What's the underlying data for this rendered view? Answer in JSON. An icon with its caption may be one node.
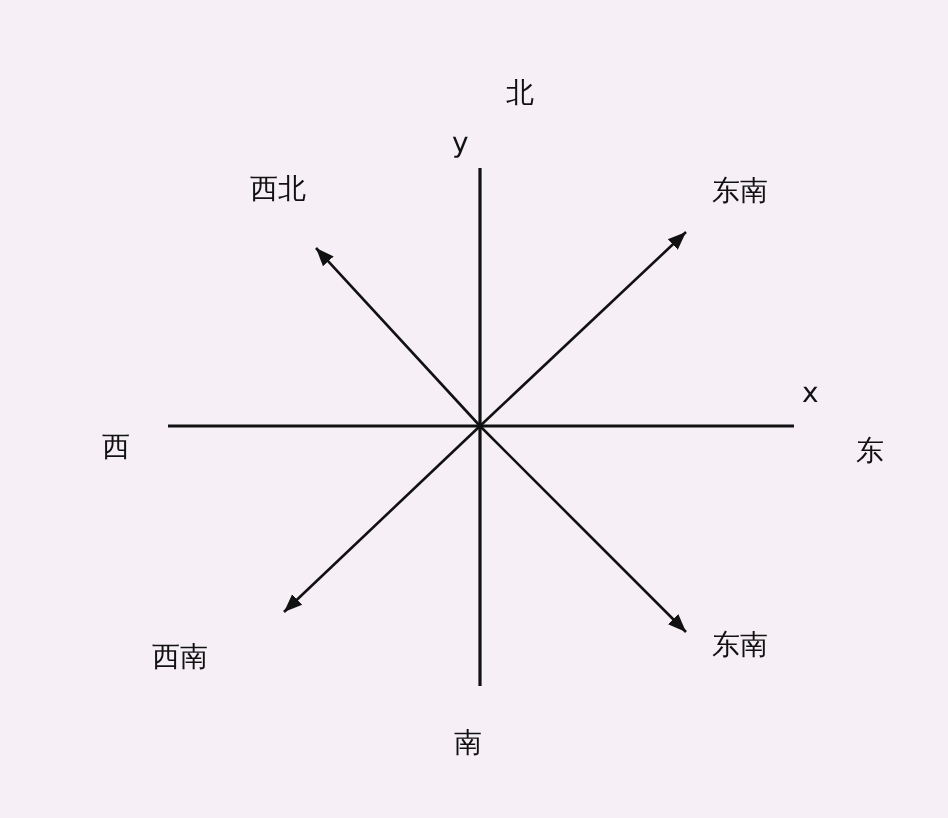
{
  "diagram": {
    "nodes": [
      {
        "text": [
          "西北"
        ]
      },
      {
        "text": [
          "东南"
        ]
      },
      {
        "text": [
          "西南"
        ]
      },
      {
        "text": [
          "东南"
        ]
      }
    ],
    "edges": [
      {
        "from": null,
        "to": 0,
        "arrow": "to"
      },
      {
        "from": null,
        "to": 1,
        "arrow": "to"
      },
      {
        "from": null,
        "to": 2,
        "arrow": "to"
      },
      {
        "from": null,
        "to": 3,
        "arrow": "to"
      }
    ],
    "labels": [
      "北",
      "y",
      "x",
      "西",
      "东",
      "南"
    ]
  }
}
